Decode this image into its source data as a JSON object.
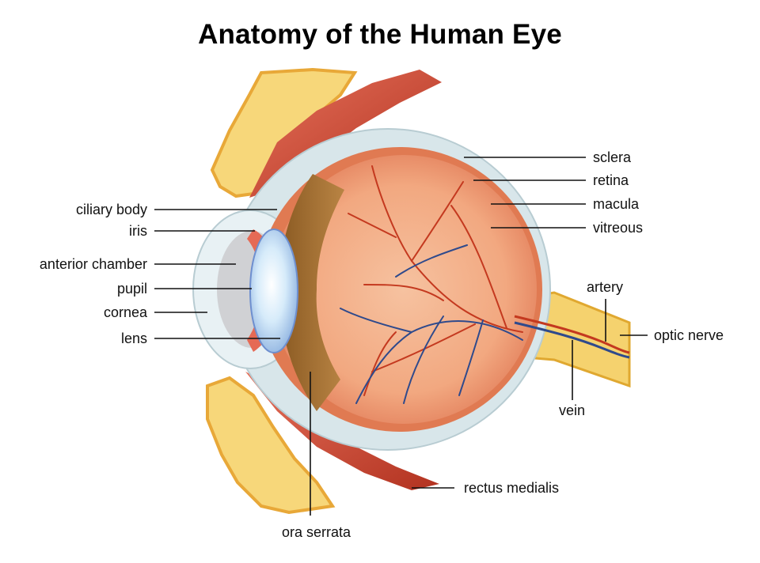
{
  "title": "Anatomy of the Human Eye",
  "labels": {
    "ciliary_body": "ciliary body",
    "iris": "iris",
    "anterior_chamber": "anterior chamber",
    "pupil": "pupil",
    "cornea": "cornea",
    "lens": "lens",
    "sclera": "sclera",
    "retina": "retina",
    "macula": "macula",
    "vitreous": "vitreous",
    "artery": "artery",
    "optic_nerve": "optic nerve",
    "vein": "vein",
    "rectus_medialis": "rectus medialis",
    "ora_serrata": "ora serrata"
  },
  "colors": {
    "sclera": "#d8e6ea",
    "eyeball": "#f0a878",
    "vitreous": "#f3b48c",
    "muscle": "#c8442a",
    "bone": "#f7d77a",
    "optic_nerve": "#f5d26e",
    "lens": "#cfe4f7",
    "ciliary": "#9c6a2c",
    "artery": "#c4391f",
    "vein": "#2f4a8c"
  }
}
